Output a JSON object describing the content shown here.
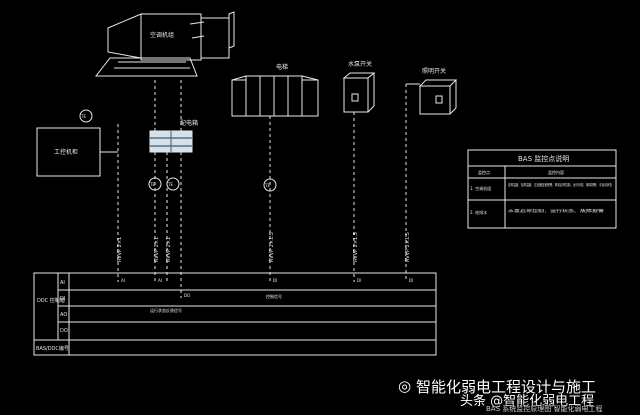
{
  "labels": {
    "fan_unit": "空调机组",
    "meter_room": "配电箱",
    "elevator": "电梯",
    "water_pump": "水泵开关",
    "lighting_box": "照明开关",
    "left_cabinet": "工控机柜"
  },
  "sensors": {
    "s1": "TE",
    "s2": "TE",
    "s3": "TE",
    "s4": "TE"
  },
  "wire_codes": {
    "w1": "RVVP 2×1",
    "w2": "RVVP 2×1",
    "w3": "RVVP 2×1",
    "w4": "RVVP 2×1.5",
    "w5": "RVVP 2×1.5",
    "w6": "RVVP 2×1.5"
  },
  "bus_tags": {
    "b1": "AI",
    "b2": "AI",
    "b3": "DI",
    "b4": "DO",
    "b5": "DI",
    "b6": "DI"
  },
  "ddc": {
    "side_label": "DDC 控制箱",
    "rows": [
      "AI",
      "DI",
      "AO",
      "DO"
    ],
    "bottom_label": "BAS/DDC编号",
    "note_1": "控制信号",
    "note_2": "运行状态反馈信号"
  },
  "legend": {
    "title": "BAS 监控点说明",
    "col1": "监控点",
    "col2": "监控内容",
    "row1_num": "1. 空调机组",
    "row1_text": "送风温度、回风温度、过滤器压差报警，风机启停控制、运行状态、故障报警，手自动状态",
    "row2_num": "2. 给排水",
    "row2_text": "水泵启停控制，运行状态、故障报警"
  },
  "watermark": {
    "top_line": "智能化弱电工程设计与施工",
    "mid_line": "头条 @智能化弱电工程",
    "bottom_line": "BAS 系统监控原理图 智能化弱电工程"
  },
  "colors": {
    "line": "#e8e8e8",
    "panel_fill": "#cfe2ee",
    "background": "#000000"
  }
}
